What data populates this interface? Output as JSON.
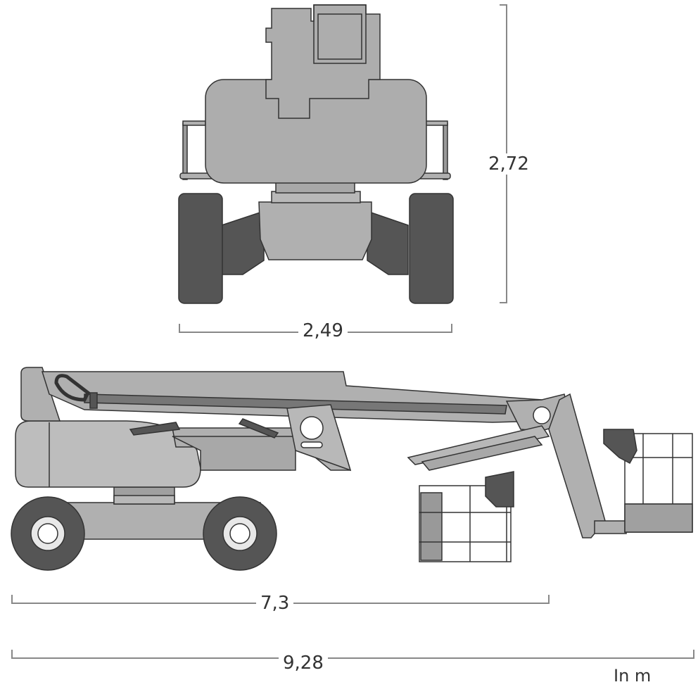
{
  "dimensions": {
    "height": "2,72",
    "width": "2,49",
    "length": "7,3",
    "max_outreach": "9,28"
  },
  "unit": "In m",
  "colors": {
    "tire": "#555555",
    "body": "#acacac",
    "body_light": "#bdbdbd",
    "outline": "#333333",
    "dim_line": "#888888"
  }
}
